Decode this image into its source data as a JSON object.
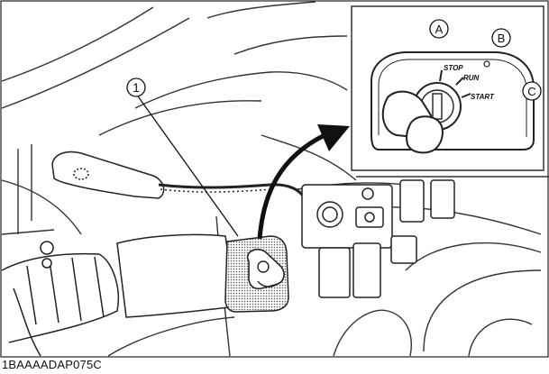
{
  "figure_code": "1BAAAADAP075C",
  "callouts": {
    "main": "1",
    "a": "A",
    "b": "B",
    "c": "C"
  },
  "key_positions": {
    "stop": "STOP",
    "run": "RUN",
    "start": "START"
  }
}
